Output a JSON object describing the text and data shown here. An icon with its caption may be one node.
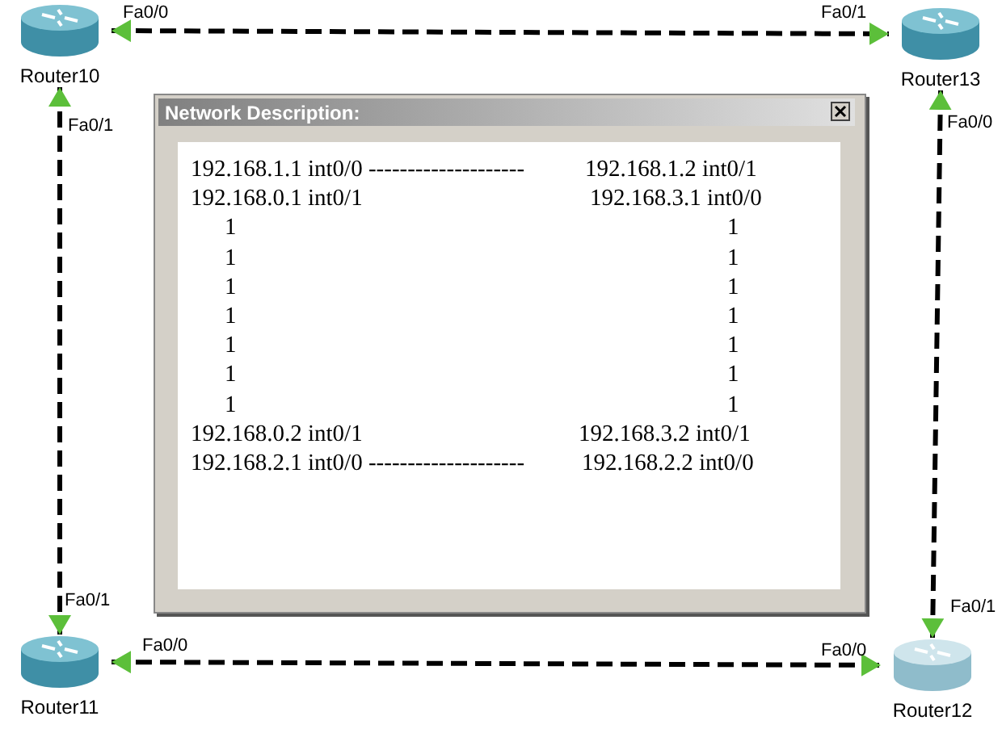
{
  "diagram": {
    "nodes": [
      {
        "text": [
          "Router10"
        ]
      },
      {
        "text": [
          "Router13"
        ]
      },
      {
        "text": [
          "Network Description:",
          "192.168.1.1 int0/0 --------------------",
          "192.168.1.2 int0/1",
          "192.168.0.1 int0/1",
          "192.168.3.1 int0/0",
          "1",
          "1",
          "1",
          "1",
          "1",
          "1",
          "1",
          "1",
          "1",
          "1",
          "1",
          "1",
          "1",
          "1",
          "192.168.0.2 int0/1",
          "192.168.3.2 int0/1",
          "192.168.2.1 int0/0 --------------------",
          "192.168.2.2 int0/0"
        ]
      },
      {
        "text": [
          "Router11"
        ]
      },
      {
        "text": [
          "Router12"
        ]
      }
    ],
    "edges": [
      {
        "from": 0,
        "to": 1,
        "arrow": "both",
        "style": "dashed"
      },
      {
        "from": 0,
        "to": 3,
        "arrow": "both",
        "style": "dashed"
      },
      {
        "from": 1,
        "to": 4,
        "arrow": "both",
        "style": "dashed"
      },
      {
        "from": 3,
        "to": 4,
        "arrow": "both",
        "style": "dashed"
      }
    ],
    "labels": [
      "Fa0/1",
      "Fa0/0",
      "Fa0/0",
      "Fa0/1",
      "Fa0/1",
      "Fa0/1",
      "Fa0/0",
      "Fa0/0"
    ]
  }
}
